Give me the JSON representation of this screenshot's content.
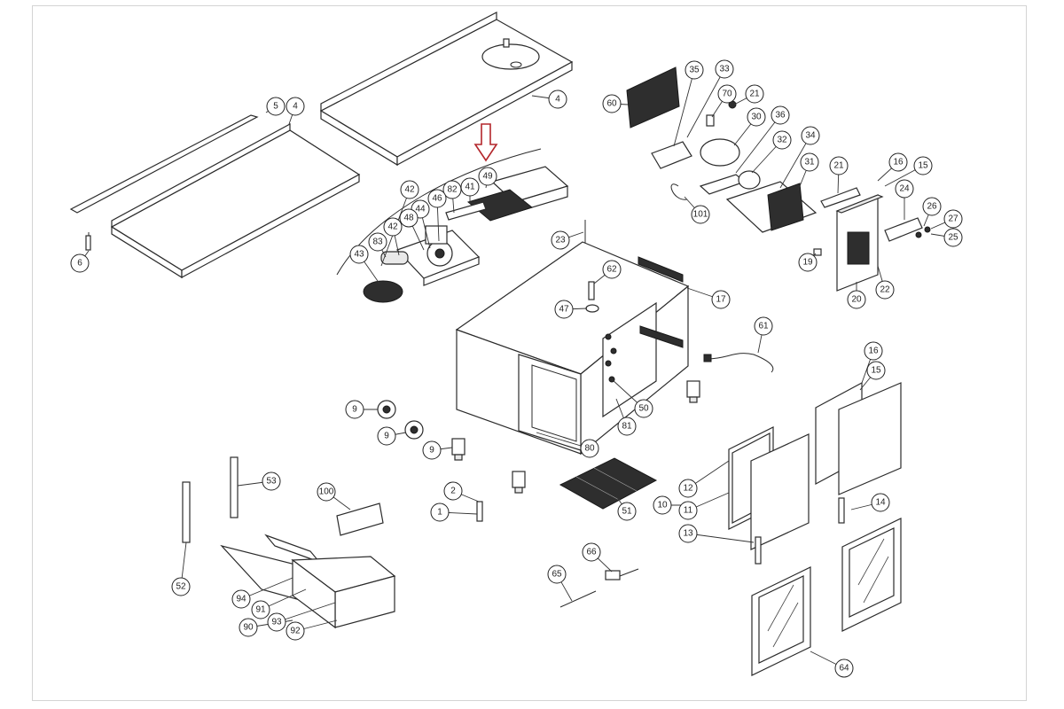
{
  "highlight_color": "#b3262b",
  "arrow_icon": "down-arrow-icon",
  "callouts": [
    {
      "id": "c5",
      "label": "5"
    },
    {
      "id": "c4a",
      "label": "4"
    },
    {
      "id": "c4b",
      "label": "4"
    },
    {
      "id": "c6",
      "label": "6"
    },
    {
      "id": "c60",
      "label": "60"
    },
    {
      "id": "c35",
      "label": "35"
    },
    {
      "id": "c33",
      "label": "33"
    },
    {
      "id": "c70",
      "label": "70"
    },
    {
      "id": "c21a",
      "label": "21"
    },
    {
      "id": "c30",
      "label": "30"
    },
    {
      "id": "c36",
      "label": "36"
    },
    {
      "id": "c32",
      "label": "32"
    },
    {
      "id": "c34",
      "label": "34"
    },
    {
      "id": "c31",
      "label": "31"
    },
    {
      "id": "c21b",
      "label": "21"
    },
    {
      "id": "c16a",
      "label": "16"
    },
    {
      "id": "c15a",
      "label": "15"
    },
    {
      "id": "c24",
      "label": "24"
    },
    {
      "id": "c26",
      "label": "26"
    },
    {
      "id": "c27",
      "label": "27"
    },
    {
      "id": "c25",
      "label": "25"
    },
    {
      "id": "c19",
      "label": "19"
    },
    {
      "id": "c22",
      "label": "22"
    },
    {
      "id": "c20",
      "label": "20"
    },
    {
      "id": "c101",
      "label": "101"
    },
    {
      "id": "c49",
      "label": "49"
    },
    {
      "id": "c42a",
      "label": "42"
    },
    {
      "id": "c82",
      "label": "82"
    },
    {
      "id": "c41",
      "label": "41"
    },
    {
      "id": "c46",
      "label": "46"
    },
    {
      "id": "c44",
      "label": "44"
    },
    {
      "id": "c48",
      "label": "48"
    },
    {
      "id": "c42b",
      "label": "42"
    },
    {
      "id": "c83",
      "label": "83"
    },
    {
      "id": "c43",
      "label": "43"
    },
    {
      "id": "c23",
      "label": "23"
    },
    {
      "id": "c62",
      "label": "62"
    },
    {
      "id": "c17",
      "label": "17"
    },
    {
      "id": "c47",
      "label": "47"
    },
    {
      "id": "c61",
      "label": "61"
    },
    {
      "id": "c50",
      "label": "50"
    },
    {
      "id": "c81",
      "label": "81"
    },
    {
      "id": "c80",
      "label": "80"
    },
    {
      "id": "c9a",
      "label": "9"
    },
    {
      "id": "c9b",
      "label": "9"
    },
    {
      "id": "c9c",
      "label": "9"
    },
    {
      "id": "c16b",
      "label": "16"
    },
    {
      "id": "c15b",
      "label": "15"
    },
    {
      "id": "c53",
      "label": "53"
    },
    {
      "id": "c100",
      "label": "100"
    },
    {
      "id": "c52",
      "label": "52"
    },
    {
      "id": "c2",
      "label": "2"
    },
    {
      "id": "c1",
      "label": "1"
    },
    {
      "id": "c51",
      "label": "51"
    },
    {
      "id": "c12",
      "label": "12"
    },
    {
      "id": "c11",
      "label": "11"
    },
    {
      "id": "c10",
      "label": "10"
    },
    {
      "id": "c13",
      "label": "13"
    },
    {
      "id": "c14",
      "label": "14"
    },
    {
      "id": "c66",
      "label": "66"
    },
    {
      "id": "c65",
      "label": "65"
    },
    {
      "id": "c94",
      "label": "94"
    },
    {
      "id": "c91",
      "label": "91"
    },
    {
      "id": "c93",
      "label": "93"
    },
    {
      "id": "c90",
      "label": "90"
    },
    {
      "id": "c92",
      "label": "92"
    },
    {
      "id": "c64",
      "label": "64"
    }
  ]
}
